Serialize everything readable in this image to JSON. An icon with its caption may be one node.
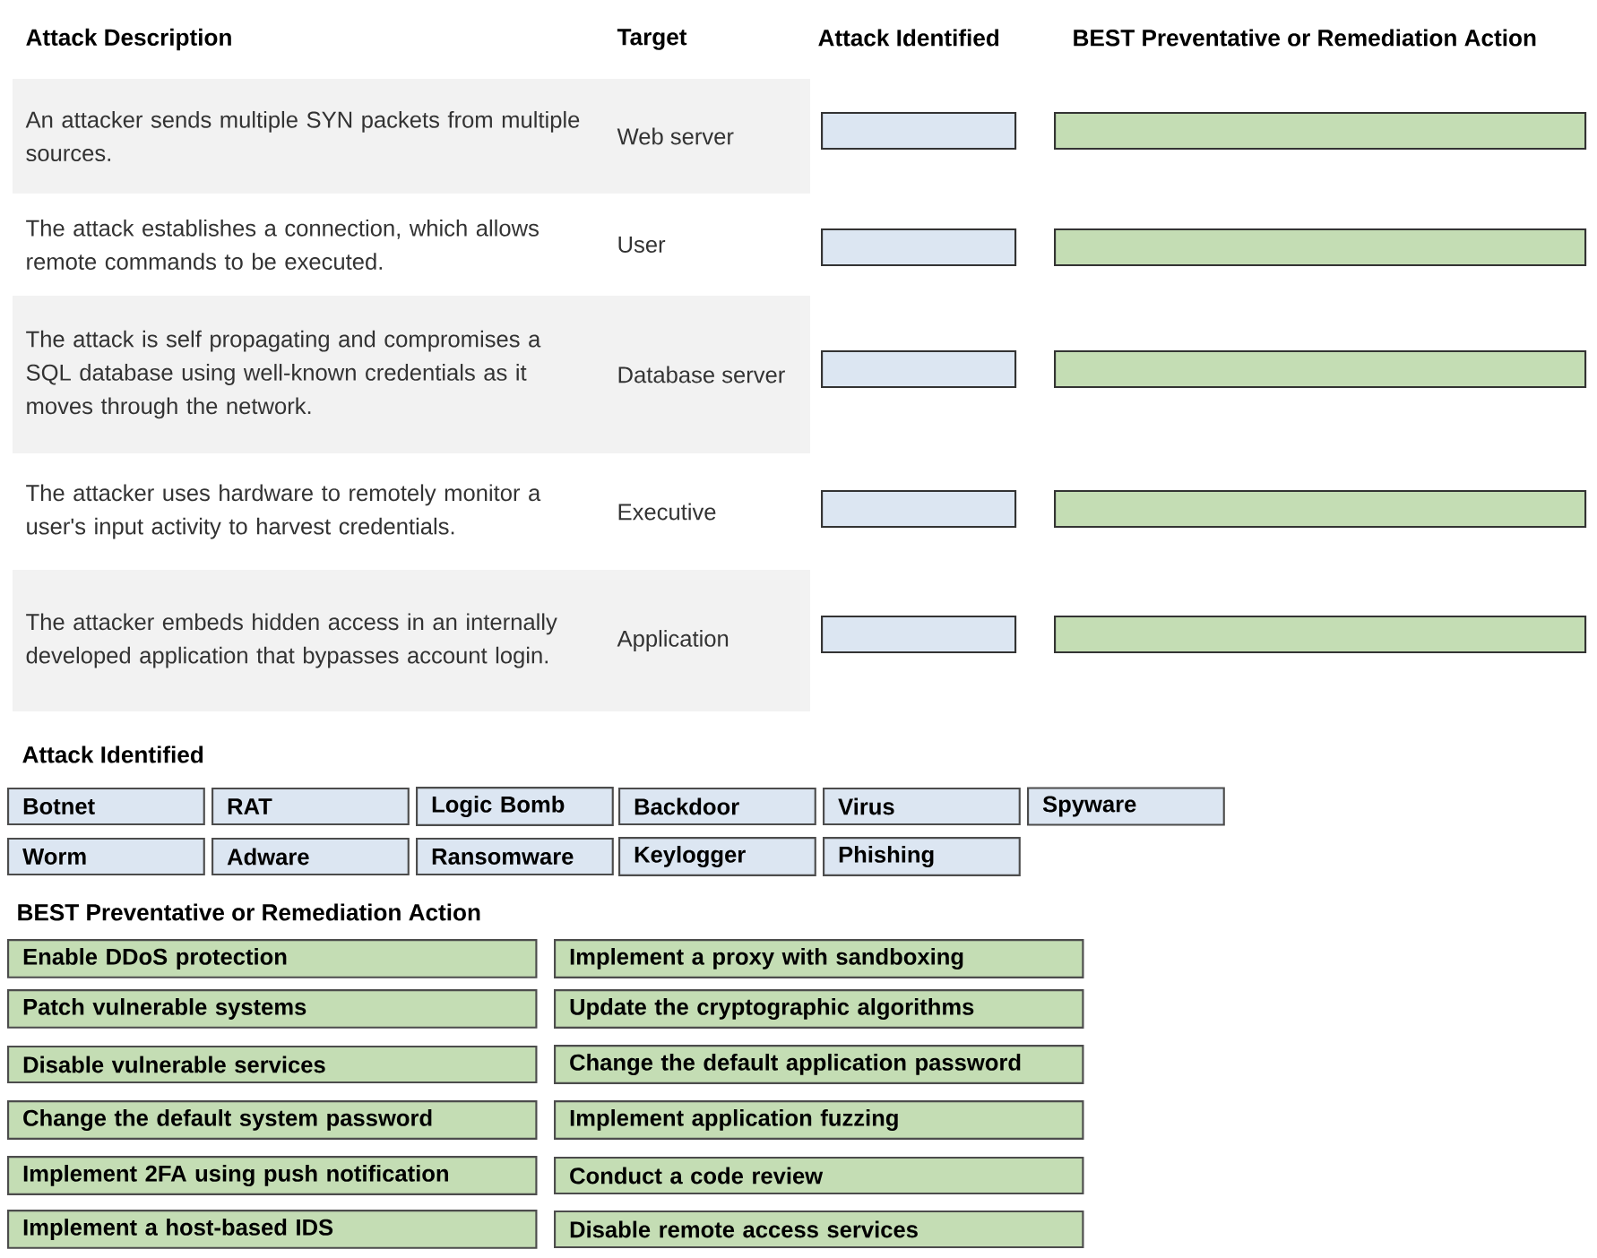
{
  "diagram": {
    "nodes": [
      {
        "text": [],
        "shape": "box"
      },
      {
        "text": [],
        "shape": "box"
      },
      {
        "text": [],
        "shape": "box"
      },
      {
        "text": [],
        "shape": "box"
      },
      {
        "text": [],
        "shape": "box"
      },
      {
        "text": [],
        "shape": "box"
      },
      {
        "text": [],
        "shape": "box"
      },
      {
        "text": [],
        "shape": "box"
      },
      {
        "text": [],
        "shape": "box"
      },
      {
        "text": [],
        "shape": "box"
      },
      {
        "text": [
          "Botnet"
        ]
      },
      {
        "text": [
          "RAT"
        ]
      },
      {
        "text": [
          "Logic Bomb"
        ]
      },
      {
        "text": [
          "Backdoor"
        ]
      },
      {
        "text": [
          "Virus"
        ]
      },
      {
        "text": [
          "Spyware"
        ]
      },
      {
        "text": [
          "Worm"
        ]
      },
      {
        "text": [
          "Adware"
        ]
      },
      {
        "text": [
          "Ransomware"
        ]
      },
      {
        "text": [
          "Keylogger"
        ]
      },
      {
        "text": [
          "Phishing"
        ]
      },
      {
        "text": [
          "Enable DDoS protection"
        ]
      },
      {
        "text": [
          "Implement a proxy with sandboxing"
        ]
      },
      {
        "text": [
          "Patch vulnerable systems"
        ]
      },
      {
        "text": [
          "Update the cryptographic algorithms"
        ]
      },
      {
        "text": [
          "Disable vulnerable services"
        ]
      },
      {
        "text": [
          "Change the default application password"
        ]
      },
      {
        "text": [
          "Change the default system password"
        ]
      },
      {
        "text": [
          "Implement application fuzzing"
        ]
      },
      {
        "text": [
          "Implement 2FA using push notification"
        ]
      },
      {
        "text": [
          "Conduct a code review"
        ]
      },
      {
        "text": [
          "Implement a host-based IDS"
        ]
      },
      {
        "text": [
          "Disable remote access services"
        ]
      }
    ],
    "labels": [
      "Attack Description",
      "Target",
      "Attack Identified",
      "BEST Preventative or Remediation Action",
      "An attacker sends multiple SYN packets from multiple sources.",
      "Web server",
      "The attack establishes a connection, which allows remote commands to be executed.",
      "User",
      "The attack is self propagating and compromises a SQL database using well-known credentials as it moves through the network.",
      "Database server",
      "The attacker uses hardware to remotely monitor a user's input activity to harvest credentials.",
      "Executive",
      "The attacker embeds hidden access in an internally developed application that bypasses account login.",
      "Application",
      "Attack Identified",
      "BEST Preventative or Remediation Action"
    ]
  }
}
